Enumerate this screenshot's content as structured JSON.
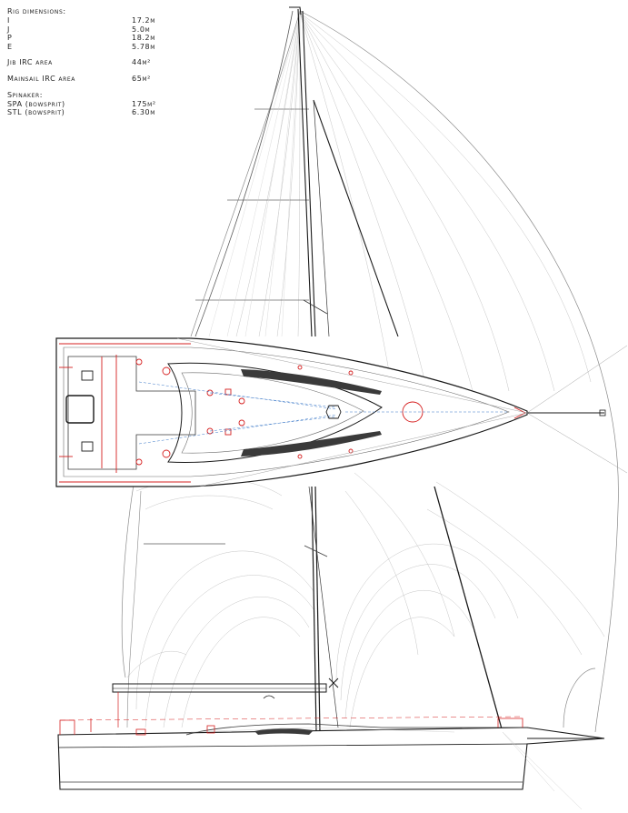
{
  "specs": {
    "rig_heading": "Rig dimensions:",
    "rig": [
      {
        "label": "I",
        "value": "17.2m"
      },
      {
        "label": "J",
        "value": "5.0m"
      },
      {
        "label": "P",
        "value": "18.2m"
      },
      {
        "label": "E",
        "value": "5.78m"
      }
    ],
    "jib": {
      "label": "Jib IRC area",
      "value": "44m²"
    },
    "main": {
      "label": "Mainsail IRC area",
      "value": "65m²"
    },
    "spin_heading": "Spinaker:",
    "spin": [
      {
        "label": "SPA  (bowsprit)",
        "value": "175m²"
      },
      {
        "label": "STL (bowsprit)",
        "value": "6.30m"
      }
    ]
  },
  "colors": {
    "line": "#1a1a1a",
    "fine": "#8a8a8a",
    "deck": "#d62020",
    "blue": "#3a78c8",
    "dark": "#3a3a3a"
  }
}
